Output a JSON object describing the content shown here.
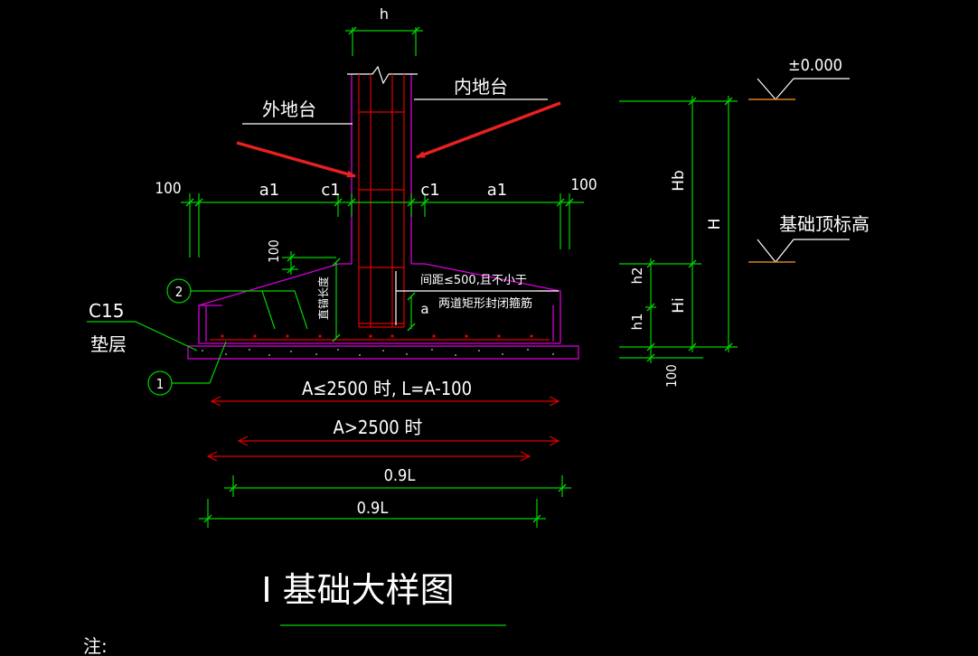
{
  "labels": {
    "h": "h",
    "outer_floor": "外地台",
    "inner_floor": "内地台",
    "dim_100_left": "100",
    "a1_left": "a1",
    "c1_left": "c1",
    "c1_right": "c1",
    "a1_right": "a1",
    "dim_100_right": "100",
    "dim_100_vertical": "100",
    "straight_anchor": "直锚长度",
    "stirrup_note_1": "间距≤500,且不小于",
    "stirrup_note_2": "两道矩形封闭箍筋",
    "a_small": "a",
    "c15": "C15",
    "cushion": "垫层",
    "circle_1": "1",
    "circle_2": "2",
    "rule_small": "A≤2500 时, L=A-100",
    "rule_large": "A>2500 时",
    "dim_09L_1": "0.9L",
    "dim_09L_2": "0.9L",
    "elev_zero": "±0.000",
    "top_elev": "基础顶标高",
    "hb": "Hb",
    "H": "H",
    "h2": "h2",
    "h1": "h1",
    "Hi": "Hi",
    "dim_100_right_bottom": "100",
    "title": "I  基础大样图",
    "note": "注:"
  },
  "colors": {
    "background": "#000000",
    "dimension": "#00d200",
    "outline": "#d400d4",
    "rebar": "#e00000",
    "leader": "#ffffff",
    "level": "#d77f22",
    "arrow": "#e82020"
  }
}
